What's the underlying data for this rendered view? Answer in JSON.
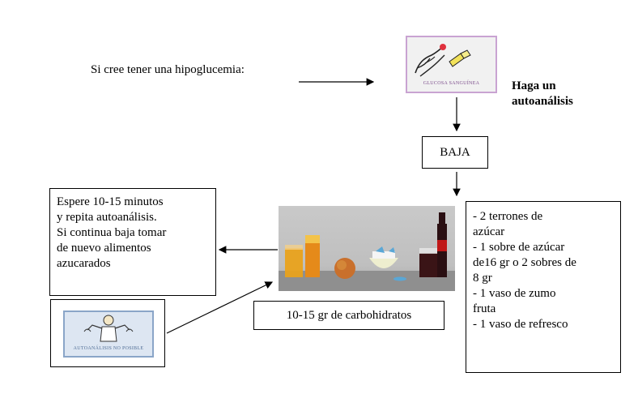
{
  "prompt_text": "Si cree tener una hipoglucemia:",
  "step_label_line1": "Haga un",
  "step_label_line2": "autoanálisis",
  "glucose_pictogram_caption": "GLUCOSA SANGUÍNEA",
  "result_box_label": "BAJA",
  "wait_box_lines": [
    "Espere 10-15 minutos",
    "y repita autoanálisis.",
    "Si continua baja tomar",
    "de nuevo alimentos",
    "azucarados"
  ],
  "carbs_label": "10-15 gr de carbohidratos",
  "options_lines": [
    "- 2 terrones de",
    "azúcar",
    "- 1 sobre de azúcar",
    "de16 gr o 2 sobres de",
    "8 gr",
    "- 1 vaso de zumo",
    "fruta",
    "- 1 vaso de refresco"
  ],
  "no_test_pictogram_caption": "AUTOANÁLISIS NO POSIBLE",
  "colors": {
    "pictogram_border": "#c9a3d2",
    "pictogram_fill": "#f1f1f1",
    "no_test_fill": "#dde6f2",
    "no_test_border": "#8aa5c8"
  }
}
